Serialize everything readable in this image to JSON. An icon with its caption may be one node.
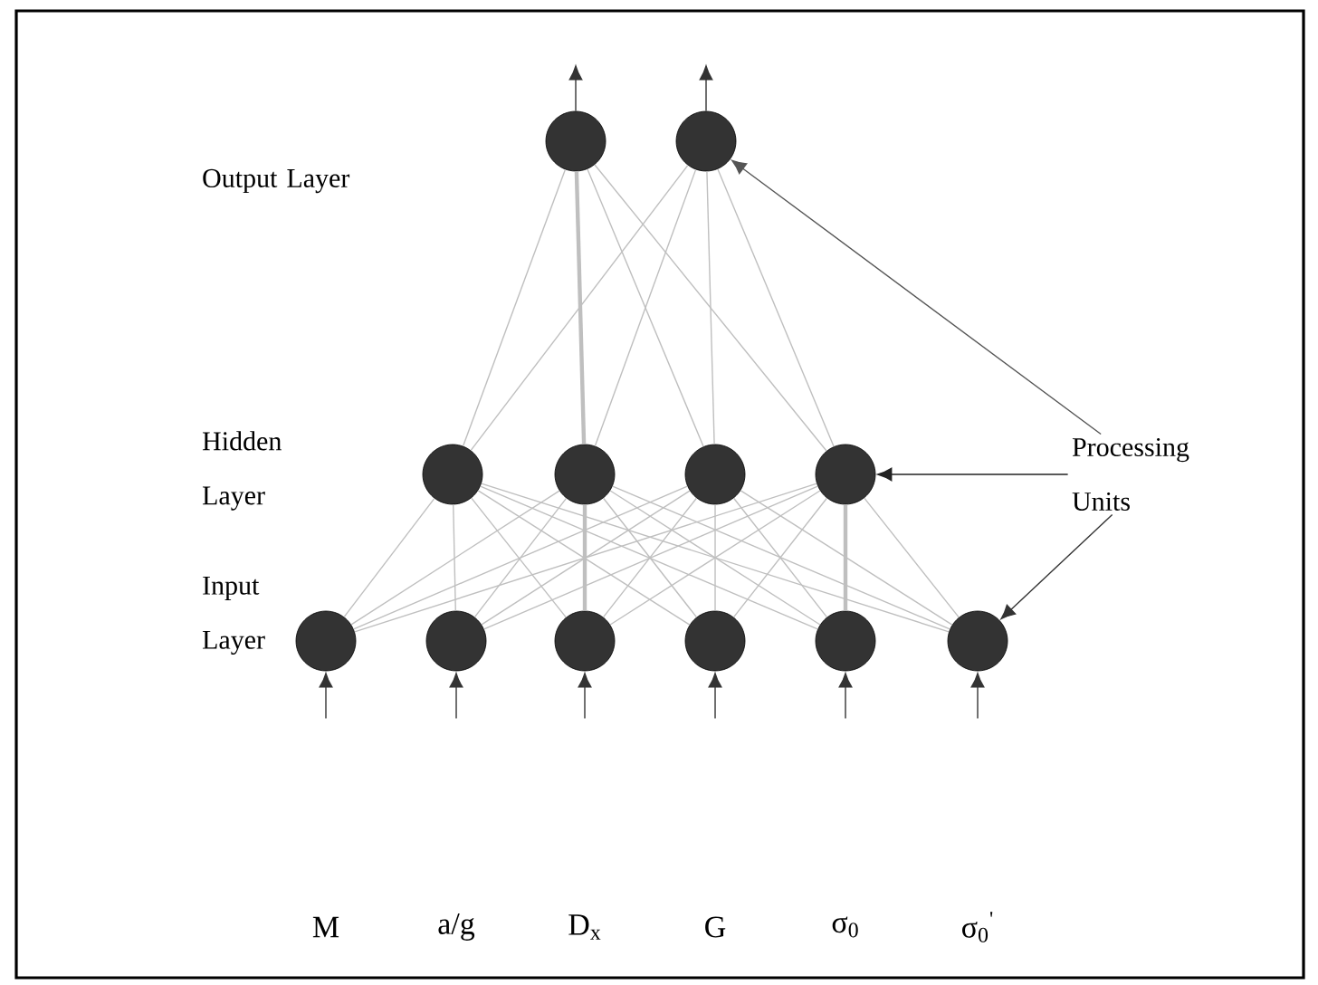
{
  "diagram": {
    "nodes": [
      {
        "text": [],
        "shape": "circle"
      },
      {
        "text": [],
        "shape": "circle"
      },
      {
        "text": [],
        "shape": "circle"
      },
      {
        "text": [],
        "shape": "circle"
      },
      {
        "text": [],
        "shape": "circle"
      },
      {
        "text": [],
        "shape": "circle"
      },
      {
        "text": [
          "Processing Units"
        ]
      },
      {
        "text": [],
        "shape": "circle"
      },
      {
        "text": [],
        "shape": "circle"
      },
      {
        "text": [],
        "shape": "circle"
      },
      {
        "text": [],
        "shape": "circle"
      },
      {
        "text": [],
        "shape": "circle"
      },
      {
        "text": [],
        "shape": "circle"
      }
    ],
    "edges": [
      {
        "from": 0,
        "to": null,
        "arrow": "to",
        "color": "#333333"
      },
      {
        "from": 1,
        "to": null,
        "arrow": "to",
        "color": "#333333"
      },
      {
        "from": 2,
        "to": 0,
        "arrow": "none"
      },
      {
        "from": 2,
        "to": 1,
        "arrow": "none"
      },
      {
        "from": 3,
        "to": 0,
        "arrow": "none",
        "style": "thick"
      },
      {
        "from": 3,
        "to": 1,
        "arrow": "none"
      },
      {
        "from": 4,
        "to": 0,
        "arrow": "none"
      },
      {
        "from": 4,
        "to": 1,
        "arrow": "none"
      },
      {
        "from": 5,
        "to": 0,
        "arrow": "none"
      },
      {
        "from": 5,
        "to": 1,
        "arrow": "none"
      },
      {
        "from": 7,
        "to": 2,
        "arrow": "none"
      },
      {
        "from": 7,
        "to": 3,
        "arrow": "none"
      },
      {
        "from": 7,
        "to": 4,
        "arrow": "none"
      },
      {
        "from": 7,
        "to": 5,
        "arrow": "none"
      },
      {
        "from": 8,
        "to": 2,
        "arrow": "none"
      },
      {
        "from": 8,
        "to": 3,
        "arrow": "none"
      },
      {
        "from": 8,
        "to": 4,
        "arrow": "none"
      },
      {
        "from": 8,
        "to": 5,
        "arrow": "none"
      },
      {
        "from": 9,
        "to": 2,
        "arrow": "none"
      },
      {
        "from": 9,
        "to": 3,
        "arrow": "none",
        "style": "thick"
      },
      {
        "from": 9,
        "to": 4,
        "arrow": "none"
      },
      {
        "from": 9,
        "to": 5,
        "arrow": "none"
      },
      {
        "from": 10,
        "to": 2,
        "arrow": "none"
      },
      {
        "from": 10,
        "to": 3,
        "arrow": "none"
      },
      {
        "from": 10,
        "to": 4,
        "arrow": "none"
      },
      {
        "from": 10,
        "to": 5,
        "arrow": "none"
      },
      {
        "from": 11,
        "to": 2,
        "arrow": "none"
      },
      {
        "from": 11,
        "to": 3,
        "arrow": "none"
      },
      {
        "from": 11,
        "to": 4,
        "arrow": "none"
      },
      {
        "from": 11,
        "to": 5,
        "arrow": "none",
        "style": "thick"
      },
      {
        "from": 12,
        "to": 2,
        "arrow": "none"
      },
      {
        "from": 12,
        "to": 3,
        "arrow": "none"
      },
      {
        "from": 12,
        "to": 4,
        "arrow": "none"
      },
      {
        "from": 12,
        "to": 5,
        "arrow": "none"
      },
      {
        "from": null,
        "to": 7,
        "arrow": "to",
        "color": "#333333"
      },
      {
        "from": null,
        "to": 8,
        "arrow": "to",
        "color": "#333333"
      },
      {
        "from": null,
        "to": 9,
        "arrow": "to",
        "color": "#333333"
      },
      {
        "from": null,
        "to": 10,
        "arrow": "to",
        "color": "#333333"
      },
      {
        "from": null,
        "to": 11,
        "arrow": "to",
        "color": "#333333"
      },
      {
        "from": null,
        "to": 12,
        "arrow": "to",
        "color": "#333333"
      },
      {
        "from": 6,
        "to": 1,
        "arrow": "to",
        "color": "#555555"
      },
      {
        "from": 6,
        "to": 5,
        "arrow": "to",
        "color": "#222222"
      },
      {
        "from": 6,
        "to": 12,
        "arrow": "to",
        "color": "#333333"
      }
    ],
    "labels": [
      "Output Layer",
      "Hidden Layer",
      "Input Layer",
      "M",
      "a/g",
      "D$_{x}$",
      "G",
      "σ$_{0}$",
      "σ$_{0}$$^{'}$"
    ]
  }
}
